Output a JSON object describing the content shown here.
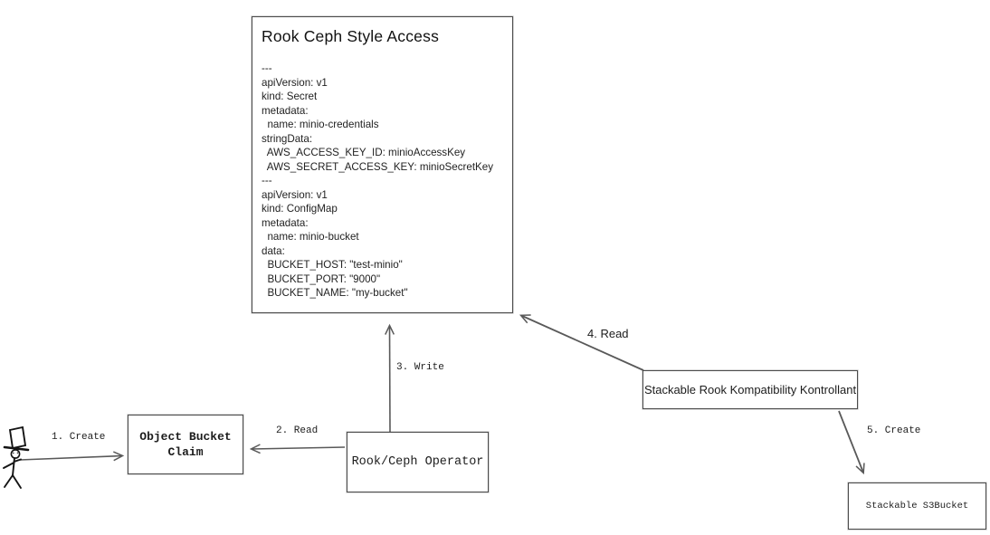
{
  "diagram": {
    "main_box": {
      "title": "Rook Ceph Style Access",
      "yaml_lines": [
        "---",
        "apiVersion: v1",
        "kind: Secret",
        "metadata:",
        "  name: minio-credentials",
        "stringData:",
        "  AWS_ACCESS_KEY_ID: minioAccessKey",
        "  AWS_SECRET_ACCESS_KEY: minioSecretKey",
        "---",
        "apiVersion: v1",
        "kind: ConfigMap",
        "metadata:",
        "  name: minio-bucket",
        "data:",
        "  BUCKET_HOST: \"test-minio\"",
        "  BUCKET_PORT: \"9000\"",
        "  BUCKET_NAME: \"my-bucket\""
      ]
    },
    "nodes": {
      "object_bucket_claim": {
        "label_lines": [
          "Object Bucket",
          "Claim"
        ]
      },
      "rook_ceph_operator": {
        "label": "Rook/Ceph Operator"
      },
      "kontrollant": {
        "label": "Stackable Rook Kompatibility Kontrollant"
      },
      "s3bucket": {
        "label": "Stackable S3Bucket"
      }
    },
    "edges": [
      {
        "id": "user-creates-obc",
        "label": "1. Create"
      },
      {
        "id": "operator-reads-obc",
        "label": "2. Read"
      },
      {
        "id": "operator-writes-access",
        "label": "3. Write"
      },
      {
        "id": "kontrollant-reads-access",
        "label": "4. Read"
      },
      {
        "id": "kontrollant-creates-s3bucket",
        "label": "5. Create"
      }
    ],
    "icons": {
      "actor": "stick-figure-with-top-hat"
    },
    "colors": {
      "background": "#ffffff",
      "box_stroke": "#4b4b4b",
      "arrow_stroke": "#595959",
      "text": "#1c1c1c"
    }
  }
}
